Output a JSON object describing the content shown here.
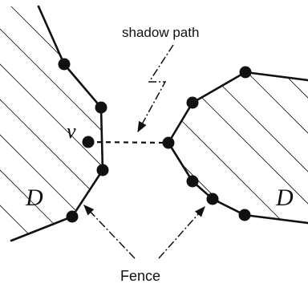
{
  "labels": {
    "shadow_path": "shadow path",
    "vertex": "v",
    "region_left": "D",
    "region_right": "D",
    "fence": "Fence"
  },
  "colors": {
    "ink": "#111111",
    "background": "#ffffff"
  }
}
